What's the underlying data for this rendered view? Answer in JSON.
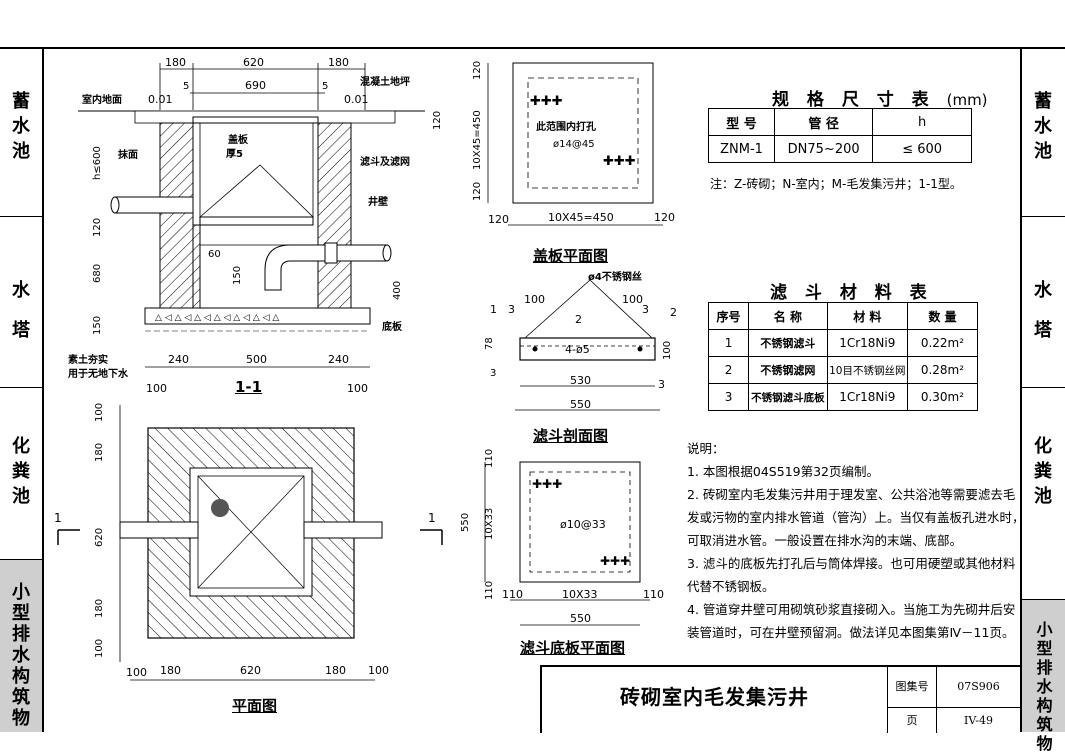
{
  "side_left": [
    "蓄水池",
    "水塔",
    "化粪池",
    "小型排水构筑物"
  ],
  "side_right": [
    "蓄水池",
    "水塔",
    "化粪池",
    "小型排水构筑物"
  ],
  "section": {
    "title": "1-1",
    "dims_top": [
      "180",
      "620",
      "180",
      "690",
      "5",
      "5"
    ],
    "labels": [
      "室内地面",
      "0.01",
      "0.01",
      "混凝土地坪",
      "盖板",
      "厚5",
      "抹面",
      "滤斗及滤网",
      "井壁",
      "60",
      "150",
      "h≤600",
      "120",
      "680",
      "150",
      "400",
      "120",
      "底板",
      "素土夯实",
      "用于无地下水"
    ],
    "dims_bottom": [
      "240",
      "500",
      "240",
      "100",
      "100"
    ]
  },
  "plan": {
    "title": "平面图",
    "dims_left": [
      "100",
      "180",
      "620",
      "180",
      "100"
    ],
    "dims_bottom": [
      "100",
      "180",
      "620",
      "180",
      "100"
    ],
    "cut": [
      "1",
      "1"
    ]
  },
  "cover": {
    "title": "盖板平面图",
    "dims_left": [
      "120",
      "10X45=450",
      "120"
    ],
    "dims_bottom": [
      "120",
      "10X45=450",
      "120"
    ],
    "labels": [
      "此范围内打孔",
      "ø14@45"
    ]
  },
  "filter_section": {
    "title": "滤斗剖面图",
    "labels": [
      "ø4不锈钢丝",
      "1",
      "3",
      "100",
      "100",
      "3",
      "2",
      "2",
      "78",
      "3",
      "4-ø5",
      "100",
      "530",
      "550",
      "3"
    ]
  },
  "bottom_plate": {
    "title": "滤斗底板平面图",
    "dims_left": [
      "110",
      "10X33",
      "550",
      "110"
    ],
    "dims_bottom": [
      "110",
      "10X33",
      "110",
      "550"
    ],
    "labels": [
      "ø10@33"
    ]
  },
  "spec_table": {
    "title": "规 格 尺 寸 表",
    "unit": "(mm)",
    "headers": [
      "型 号",
      "管 径",
      "h"
    ],
    "row": [
      "ZNM-1",
      "DN75~200",
      "≤ 600"
    ],
    "note": "注：Z-砖砌；N-室内；M-毛发集污井；1-1型。"
  },
  "material_table": {
    "title": "滤 斗 材 料 表",
    "headers": [
      "序号",
      "名 称",
      "材 料",
      "数 量"
    ],
    "rows": [
      [
        "1",
        "不锈钢滤斗",
        "1Cr18Ni9",
        "0.22m²"
      ],
      [
        "2",
        "不锈钢滤网",
        "10目不锈钢丝网",
        "0.28m²"
      ],
      [
        "3",
        "不锈钢滤斗底板",
        "1Cr18Ni9",
        "0.30m²"
      ]
    ]
  },
  "notes": {
    "title": "说明：",
    "lines": [
      "1. 本图根据04S519第32页编制。",
      "2. 砖砌室内毛发集污井用于理发室、公共浴池等需要滤去毛",
      "发或污物的室内排水管道（管沟）上。当仅有盖板孔进水时，",
      "可取消进水管。一般设置在排水沟的末端、底部。",
      "3. 滤斗的底板先打孔后与筒体焊接。也可用硬塑或其他材料",
      "代替不锈钢板。",
      "4. 管道穿井壁可用砌筑砂浆直接砌入。当施工为先砌井后安",
      "装管道时，可在井壁预留洞。做法详见本图集第Ⅳ－11页。"
    ]
  },
  "title_block": {
    "drawing_title": "砖砌室内毛发集污井",
    "atlas_label": "图集号",
    "atlas_no": "07S906",
    "page_label": "页",
    "page_no": "IV-49"
  }
}
